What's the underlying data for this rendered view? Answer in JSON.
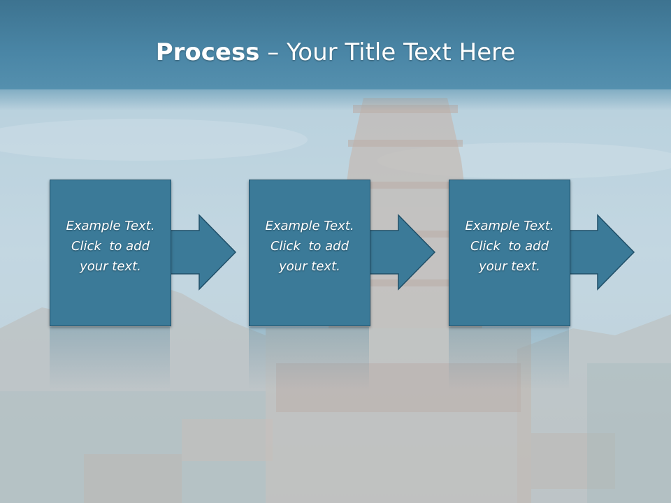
{
  "slide": {
    "title_bold": "Process",
    "title_rest": " – Your Title Text Here"
  },
  "steps": [
    {
      "line1": "Example Text.",
      "line2": "Click  to add",
      "line3": "your text."
    },
    {
      "line1": "Example Text.",
      "line2": "Click  to add",
      "line3": "your text."
    },
    {
      "line1": "Example Text.",
      "line2": "Click  to add",
      "line3": "your text."
    }
  ],
  "colors": {
    "header": "#4a86a6",
    "box_fill": "#3b7a98",
    "box_border": "#1f4f68",
    "text": "#ffffff"
  },
  "background": {
    "description_icon": "temple-landscape-background"
  }
}
